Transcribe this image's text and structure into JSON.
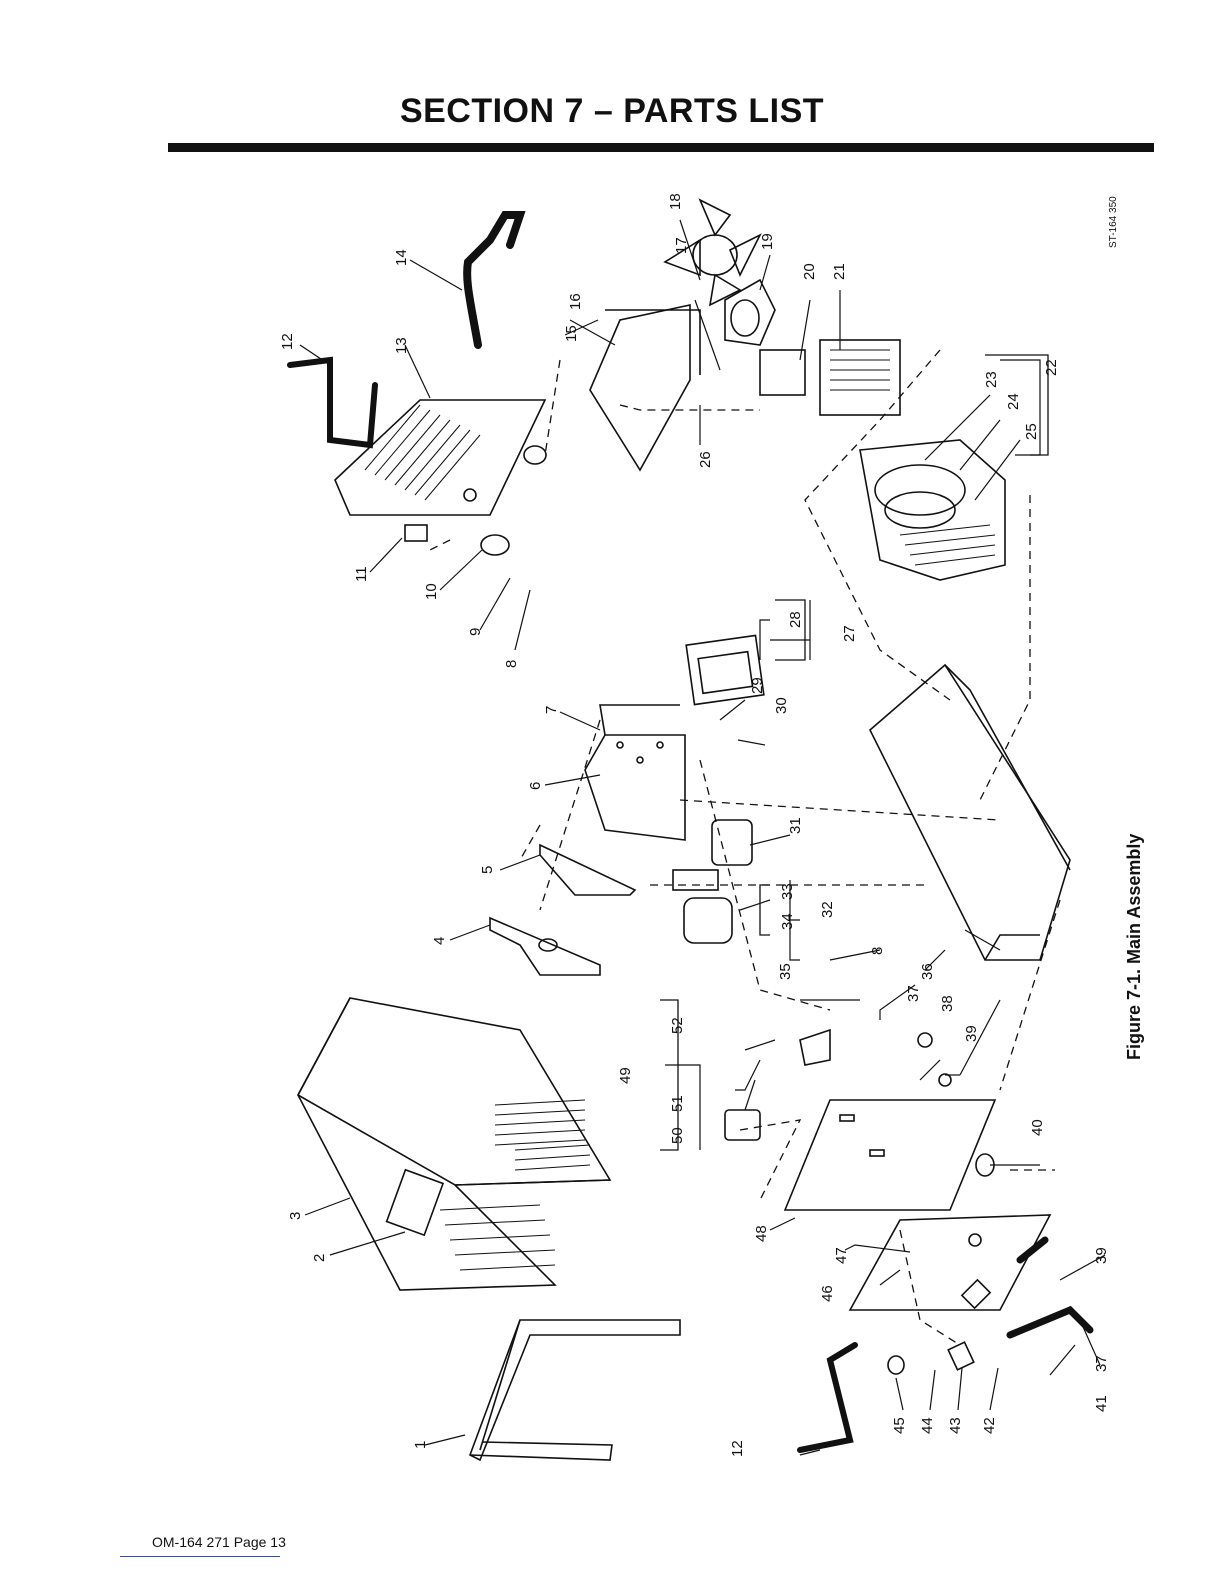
{
  "header": {
    "title": "SECTION 7 – PARTS LIST"
  },
  "figure": {
    "drawing_id": "ST-164 350",
    "caption": "Figure 7-1. Main Assembly",
    "callouts": {
      "c1": "1",
      "c2": "2",
      "c3": "3",
      "c4": "4",
      "c5": "5",
      "c6": "6",
      "c7": "7",
      "c8a": "8",
      "c8b": "8",
      "c9": "9",
      "c10": "10",
      "c11": "11",
      "c12a": "12",
      "c12b": "12",
      "c13": "13",
      "c14": "14",
      "c15": "15",
      "c16": "16",
      "c17": "17",
      "c18": "18",
      "c19": "19",
      "c20": "20",
      "c21": "21",
      "c22": "22",
      "c23": "23",
      "c24": "24",
      "c25": "25",
      "c26": "26",
      "c27": "27",
      "c28": "28",
      "c29": "29",
      "c30": "30",
      "c31": "31",
      "c32": "32",
      "c33": "33",
      "c34": "34",
      "c35": "35",
      "c36": "36",
      "c37a": "37",
      "c37b": "37",
      "c38": "38",
      "c39a": "39",
      "c39b": "39",
      "c40": "40",
      "c41": "41",
      "c42": "42",
      "c43": "43",
      "c44": "44",
      "c45": "45",
      "c46": "46",
      "c47": "47",
      "c48": "48",
      "c49": "49",
      "c50": "50",
      "c51": "51",
      "c52": "52"
    }
  },
  "footer": {
    "page_label": "OM-164 271 Page 13"
  }
}
